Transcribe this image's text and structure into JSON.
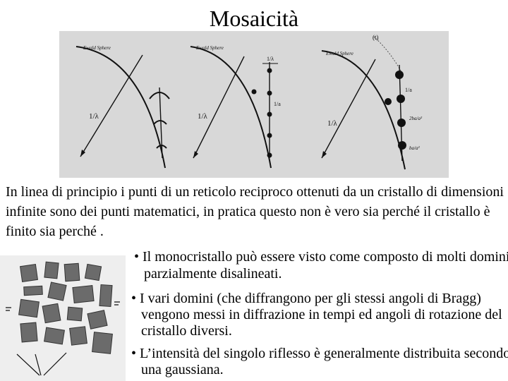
{
  "slide": {
    "title": "Mosaicità"
  },
  "figure": {
    "panel1": {
      "sphere_label": "Ewald Sphere",
      "radius_label": "1/λ"
    },
    "panel2": {
      "sphere_label": "Ewald Sphere",
      "radius_label": "1/λ",
      "spacing_top_label": "1/λ",
      "spacing_label": "1/a"
    },
    "panel3": {
      "marker_label": "(t)",
      "sphere_label": "Ewald Sphere",
      "radius_label": "1/λ",
      "spacing_label": "1/a",
      "label_2": "2ba/a²",
      "label_3": "ba/a²"
    }
  },
  "text": {
    "paragraph": "In linea di principio i punti di un reticolo reciproco ottenuti da un cristallo di dimensioni infinite sono dei punti matematici, in pratica questo non è vero sia perché il cristallo è finito sia perché .",
    "bullet_monocrystal": "• Il monocristallo può essere visto come composto di molti domini  parzialmente disalineati.",
    "bullet_domains": "• I vari domini (che diffrangono per gli stessi angoli di Bragg) vengono messi in diffrazione in tempi ed angoli di rotazione del cristallo diversi.",
    "bullet_intensity": "• L’intensità del singolo riflesso è  generalmente distribuita secondo una gaussiana."
  }
}
